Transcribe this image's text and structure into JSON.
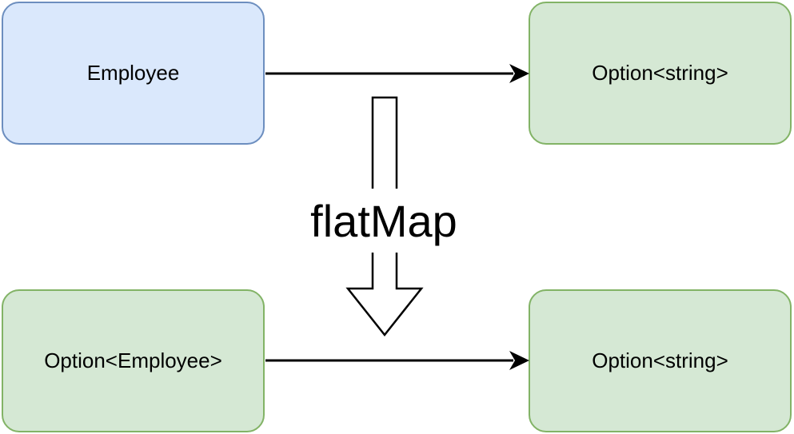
{
  "diagram": {
    "nodes": {
      "top_left": {
        "label": "Employee",
        "fill": "#dae8fc",
        "stroke": "#6c8ebf"
      },
      "top_right": {
        "label": "Option<string>",
        "fill": "#d5e8d4",
        "stroke": "#82b366"
      },
      "bottom_left": {
        "label": "Option<Employee>",
        "fill": "#d5e8d4",
        "stroke": "#82b366"
      },
      "bottom_right": {
        "label": "Option<string>",
        "fill": "#d5e8d4",
        "stroke": "#82b366"
      }
    },
    "edges": [
      {
        "from": "top_left",
        "to": "top_right"
      },
      {
        "from": "bottom_left",
        "to": "bottom_right"
      }
    ],
    "transform": {
      "label": "flatMap",
      "arrow_icon": "hollow-down-arrow-icon"
    }
  }
}
